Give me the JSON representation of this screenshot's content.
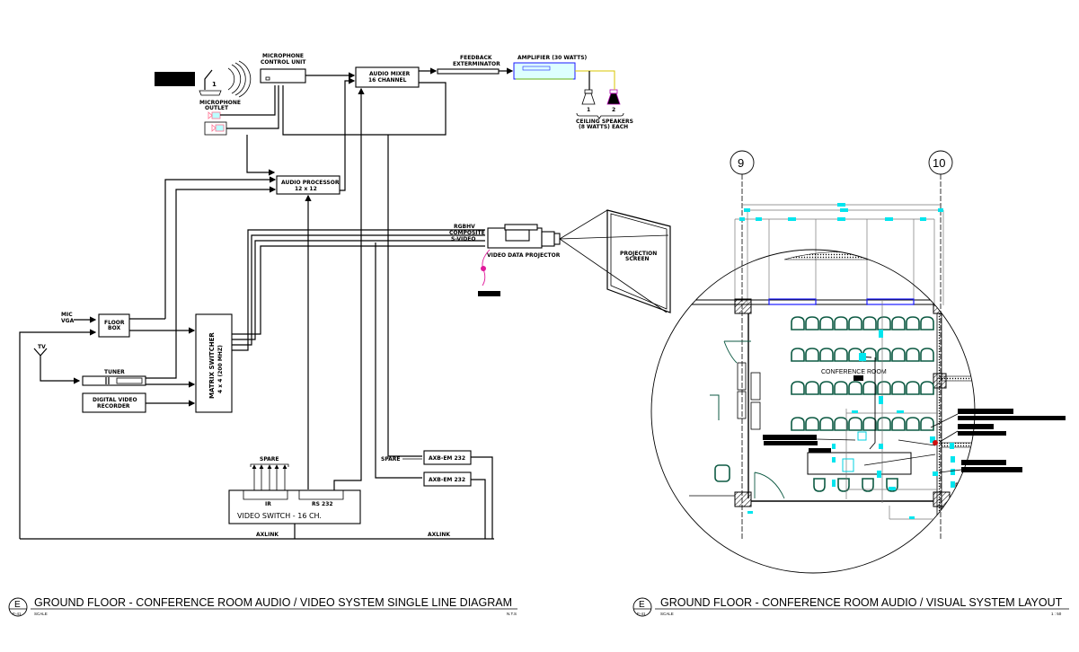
{
  "single_line_diagram": {
    "title": "GROUND FLOOR - CONFERENCE ROOM AUDIO /  VIDEO SYSTEM SINGLE LINE DIAGRAM",
    "ref_letter": "E",
    "ref_sheet": "E-41",
    "scale_label": "SCALE",
    "scale_value": "N.T.S",
    "components": {
      "microphone_number": "1",
      "microphone_outlet": [
        "MICROPHONE",
        "OUTLET"
      ],
      "mic_control_unit": [
        "MICROPHONE",
        "CONTROL UNIT"
      ],
      "audio_mixer": [
        "AUDIO MIXER",
        "16 CHANNEL"
      ],
      "feedback_exterminator": [
        "FEEDBACK",
        "EXTERMINATOR"
      ],
      "amplifier": "AMPLIFIER (30 WATTS)",
      "speaker_1": "1",
      "speaker_2": "2",
      "ceiling_speakers": [
        "CEILING SPEAKERS",
        "(8 WATTS) EACH"
      ],
      "audio_processor": [
        "AUDIO PROCESSOR",
        "12 x 12"
      ],
      "projector_inputs": [
        "RGBHV",
        "COMPOSITE",
        "S-VIDEO"
      ],
      "video_data_projector": "VIDEO DATA PROJECTOR",
      "projection_screen": [
        "PROJECTION",
        "SCREEN"
      ],
      "floor_box_inputs": [
        "MIC",
        "VGA"
      ],
      "floor_box": [
        "FLOOR",
        "BOX"
      ],
      "tv": "TV",
      "tuner": "TUNER",
      "digital_video_recorder": [
        "DIGITAL VIDEO",
        "RECORDER"
      ],
      "matrix_switcher": "MATRIX SWITCHER",
      "matrix_switcher_spec": "4 x 4 (200 MHZ)",
      "spare": "SPARE",
      "ir": "IR",
      "rs232": "RS 232",
      "video_switch": "VIDEO SWITCH - 16 CH.",
      "axb_em_1": "AXB-EM 232",
      "axb_em_2": "AXB-EM 232",
      "spare_2": "SPARE",
      "axlink_1": "AXLINK",
      "axlink_2": "AXLINK"
    }
  },
  "layout_plan": {
    "title": "GROUND FLOOR - CONFERENCE ROOM AUDIO /  VISUAL SYSTEM LAYOUT",
    "ref_letter": "E",
    "ref_sheet": "E-41",
    "scale_label": "SCALE",
    "scale_value": "1 : 50",
    "grid_line_left": "9",
    "grid_line_right": "10",
    "room_label": "CONFERENCE ROOM"
  },
  "colors": {
    "line": "#000000",
    "device_cyan": "#00e5ee",
    "seat_green": "#0d5a43",
    "window_blue": "#1a1aff",
    "outlet_pink": "#ff6f8f",
    "power_magenta": "#e0189a"
  }
}
